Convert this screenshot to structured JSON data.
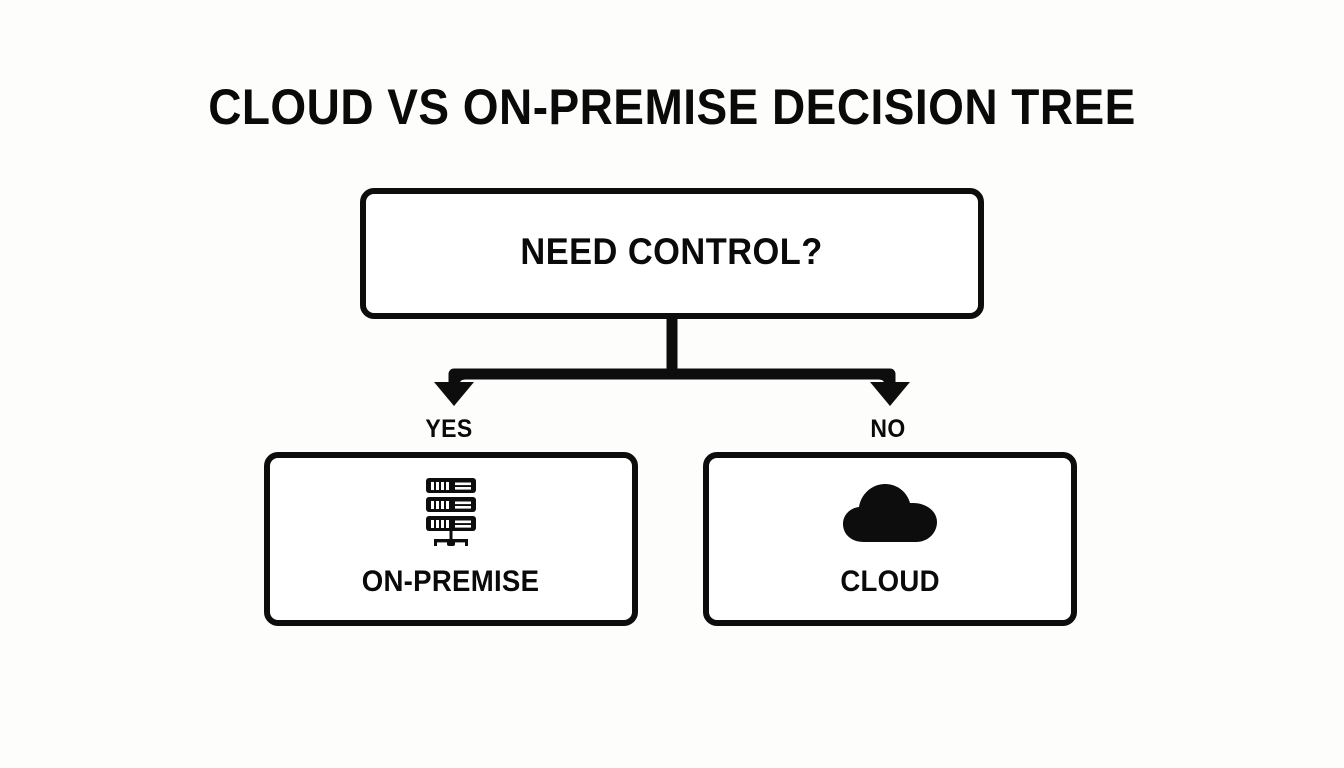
{
  "page": {
    "title": "CLOUD VS ON-PREMISE DECISION TREE",
    "background_color": "#fdfdfc",
    "ink_color": "#0d0d0d"
  },
  "diagram": {
    "type": "decision-tree",
    "decision": {
      "label": "NEED CONTROL?"
    },
    "branches": [
      {
        "label": "YES",
        "side": "left",
        "leads_to": "ON-PREMISE"
      },
      {
        "label": "NO",
        "side": "right",
        "leads_to": "CLOUD"
      }
    ],
    "outcomes": [
      {
        "label": "ON-PREMISE",
        "icon": "server-rack-icon"
      },
      {
        "label": "CLOUD",
        "icon": "cloud-icon"
      }
    ]
  }
}
